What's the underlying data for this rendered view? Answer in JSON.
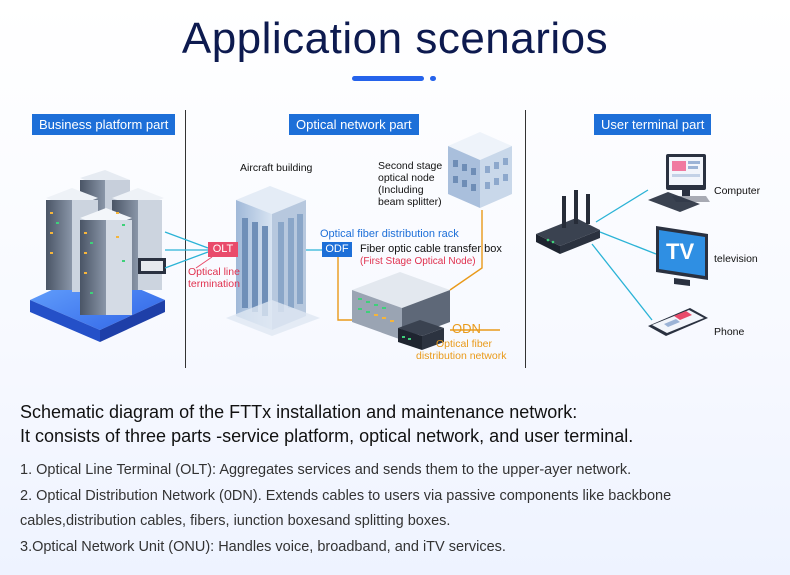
{
  "title": "Application scenarios",
  "sections": {
    "business": "Business platform part",
    "optical": "Optical network part",
    "user": "User terminal part"
  },
  "labels": {
    "aircraft_building": "Aircraft building",
    "second_stage_1": "Second stage",
    "second_stage_2": "optical node",
    "second_stage_3": "(Including",
    "second_stage_4": "beam splitter)",
    "rack": "Optical fiber distribution rack",
    "olt": "OLT",
    "odf": "ODF",
    "transfer_box": "Fiber optic cable transfer box",
    "first_stage": "(First Stage Optical Node)",
    "termination_1": "Optical line",
    "termination_2": "termination",
    "odn": "ODN",
    "odn_desc_1": "Optical fiber",
    "odn_desc_2": "distribution network",
    "computer": "Computer",
    "television": "television",
    "phone": "Phone",
    "tv_screen": "TV"
  },
  "colors": {
    "accent": "#1d6fd8",
    "olt": "#e94b6b",
    "odn": "#e99a1a",
    "link": "#2bb3d6"
  },
  "heading": {
    "line1": "Schematic diagram of the FTTx installation and maintenance network:",
    "line2": "It consists of three parts -service platform, optical network, and user terminal."
  },
  "descriptions": [
    "1. Optical Line Terminal (OLT): Aggregates services and sends them to the upper-ayer network.",
    "2. Optical Distribution Network (0DN). Extends cables to users via passive components like backbone",
    "cables,distribution cables, fibers, iunction boxesand splitting boxes.",
    "3.Optical Network Unit (ONU): Handles voice, broadband, and iTV services."
  ]
}
